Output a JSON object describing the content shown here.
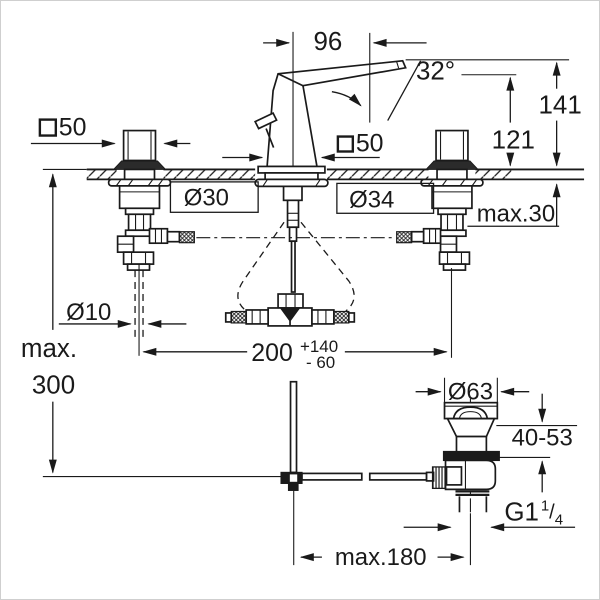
{
  "colors": {
    "line": "#1a1a1a",
    "background": "#ffffff",
    "frame": "#cfcfcf"
  },
  "labels": {
    "dim96": "96",
    "dim32": "32°",
    "dim141": "141",
    "dim121": "121",
    "sq50_left": "50",
    "sq50_center": "50",
    "d30": "Ø30",
    "d34": "Ø34",
    "max30": "max.30",
    "d10": "Ø10",
    "dim200": "200",
    "dim200_plus": "+140",
    "dim200_minus": "- 60",
    "max300_word": "max.",
    "max300_num": "300",
    "d63": "Ø63",
    "range4053": "40-53",
    "g1_main": "G1",
    "g1_sup": "1",
    "g1_slash": "/",
    "g1_sub": "4",
    "max180": "max.180"
  }
}
